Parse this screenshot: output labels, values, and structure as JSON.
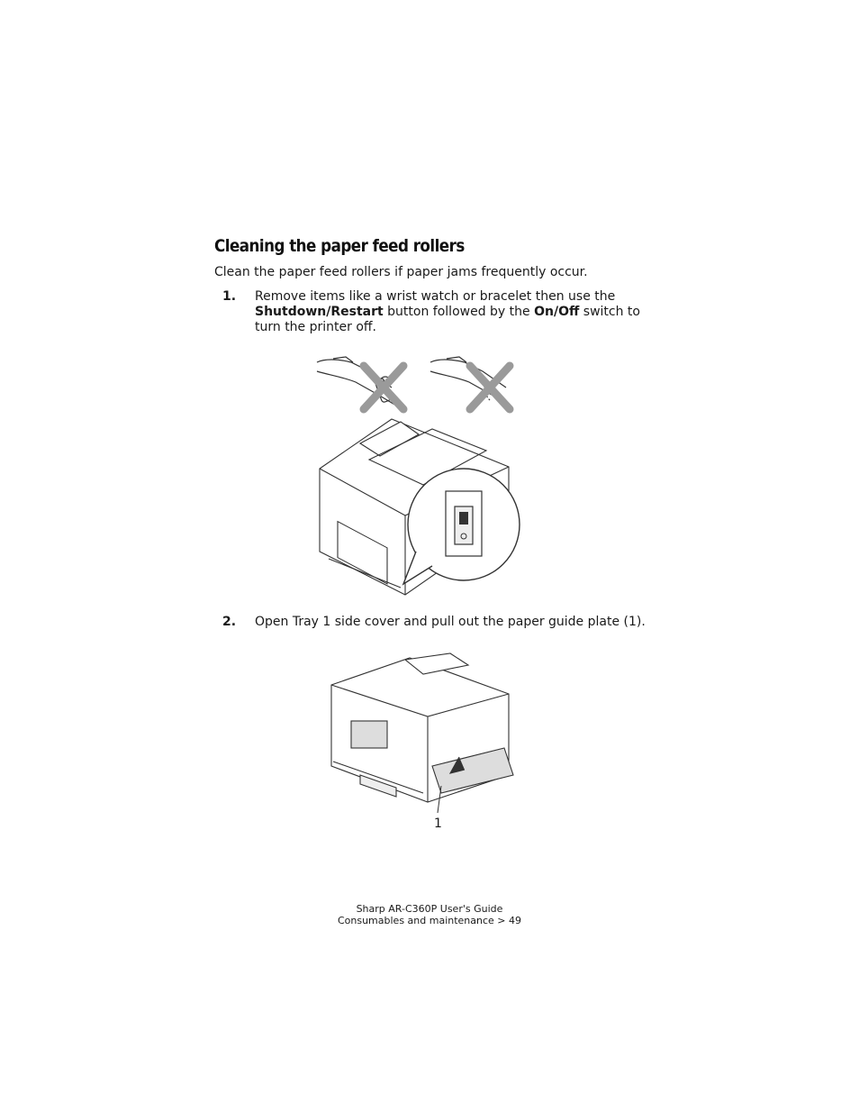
{
  "section": {
    "title": "Cleaning the paper feed rollers",
    "intro": "Clean the paper feed rollers if paper jams frequently occur."
  },
  "steps": [
    {
      "number": "1.",
      "text_a": "Remove items like a wrist watch or bracelet then use the ",
      "bold_a": "Shutdown/Restart",
      "text_b": " button followed by the ",
      "bold_b": "On/Off",
      "text_c": " switch to turn the printer off."
    },
    {
      "number": "2.",
      "text": "Open Tray 1 side cover and pull out the paper guide plate (1)."
    }
  ],
  "figure2": {
    "callout": "1"
  },
  "footer": {
    "line1": "Sharp AR-C360P User's Guide",
    "line2": "Consumables and maintenance > 49"
  }
}
